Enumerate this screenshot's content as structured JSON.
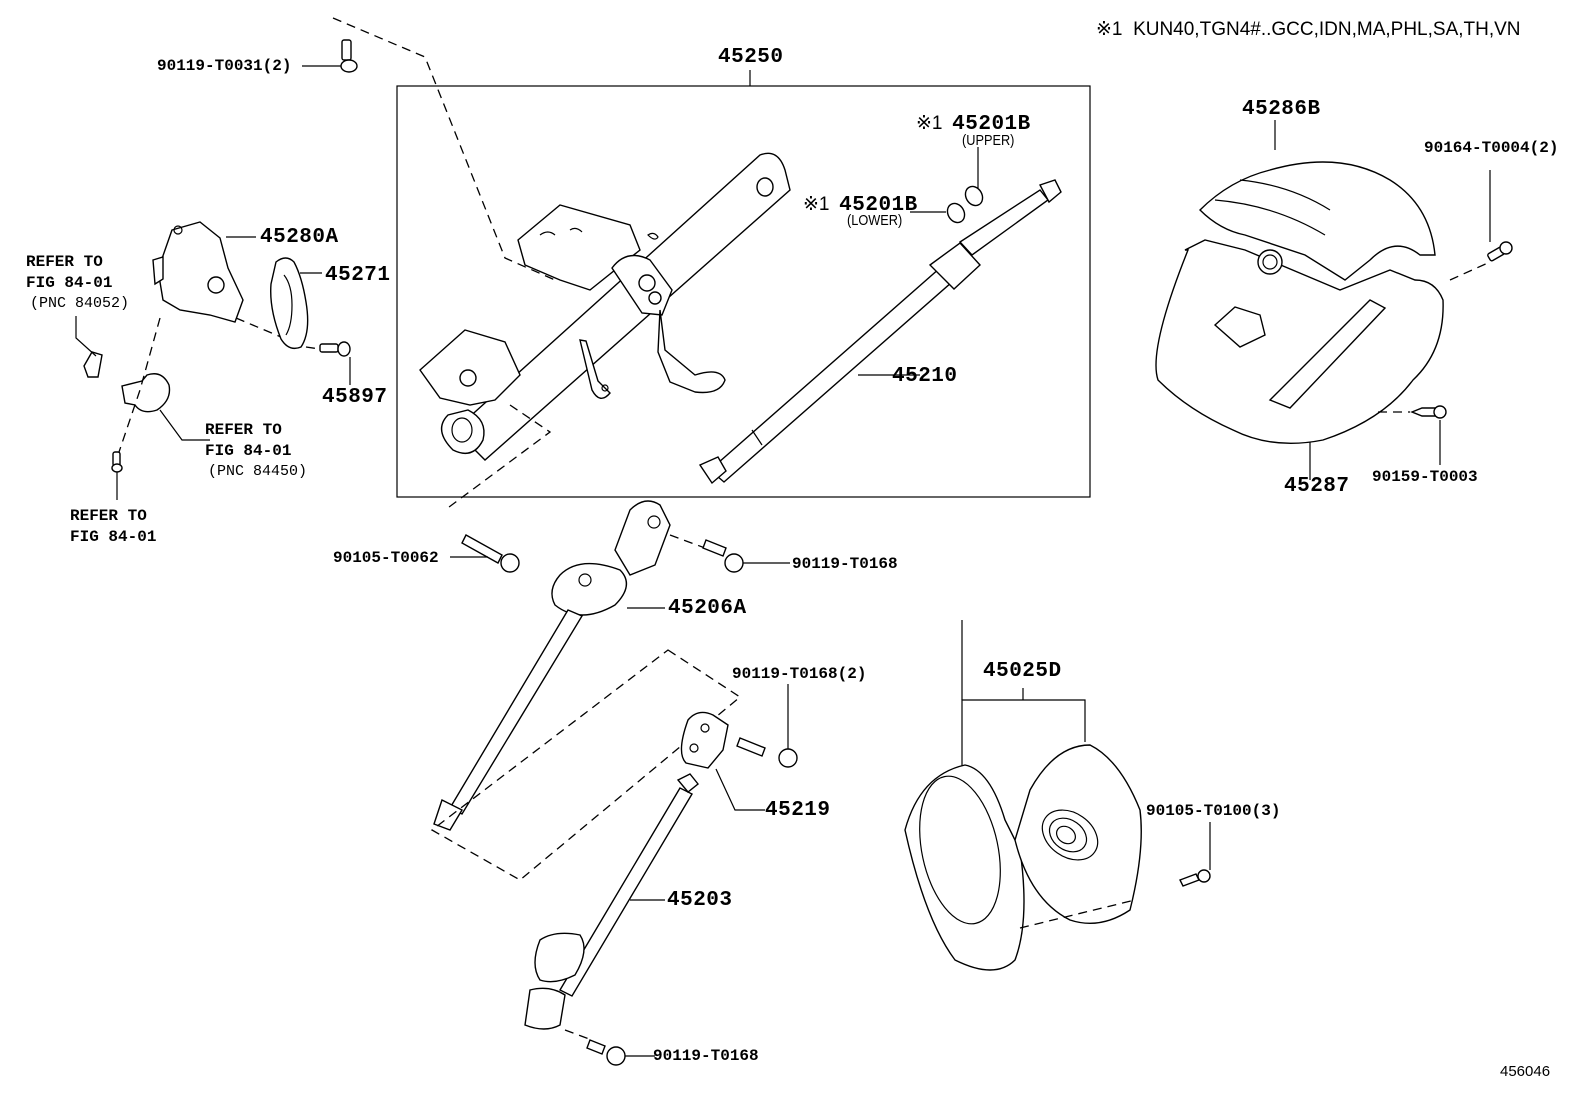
{
  "header_note": {
    "marker": "※1",
    "text": "KUN40,TGN4#..GCC,IDN,MA,PHL,SA,TH,VN"
  },
  "figure_number": "456046",
  "assembly_box": {
    "part_number": "45250"
  },
  "parts": [
    {
      "id": "p1",
      "label": "90119-T0031(2)",
      "description": "bolt"
    },
    {
      "id": "p2",
      "label": "45280A",
      "description": "bracket"
    },
    {
      "id": "p3",
      "label": "45271",
      "description": "cover plate"
    },
    {
      "id": "p4",
      "label": "45897",
      "description": "bolt"
    },
    {
      "id": "p5",
      "label": "45210",
      "description": "main shaft"
    },
    {
      "id": "p6",
      "label": "45201B",
      "marker": "※1",
      "qualifier": "(UPPER)",
      "description": "snap ring upper"
    },
    {
      "id": "p7",
      "label": "45201B",
      "marker": "※1",
      "qualifier": "(LOWER)",
      "description": "snap ring lower"
    },
    {
      "id": "p8",
      "label": "45286B",
      "description": "upper column cover"
    },
    {
      "id": "p9",
      "label": "90164-T0004(2)",
      "description": "screw"
    },
    {
      "id": "p10",
      "label": "45287",
      "description": "lower column cover"
    },
    {
      "id": "p11",
      "label": "90159-T0003",
      "description": "screw"
    },
    {
      "id": "p12",
      "label": "90105-T0062",
      "description": "bolt"
    },
    {
      "id": "p13",
      "label": "90119-T0168",
      "description": "bolt"
    },
    {
      "id": "p14",
      "label": "45206A",
      "description": "intermediate shaft"
    },
    {
      "id": "p15",
      "label": "90119-T0168(2)",
      "description": "bolt"
    },
    {
      "id": "p16",
      "label": "45219",
      "description": "yoke"
    },
    {
      "id": "p17",
      "label": "45203",
      "description": "intermediate shaft no.2"
    },
    {
      "id": "p18",
      "label": "90119-T0168",
      "description": "bolt"
    },
    {
      "id": "p19",
      "label": "45025D",
      "description": "hole cover"
    },
    {
      "id": "p20",
      "label": "90105-T0100(3)",
      "description": "bolt"
    }
  ],
  "references": [
    {
      "line1": "REFER TO",
      "line2": "FIG 84-01",
      "line3": "(PNC 84052)"
    },
    {
      "line1": "REFER TO",
      "line2": "FIG 84-01",
      "line3": "(PNC 84450)"
    },
    {
      "line1": "REFER TO",
      "line2": "FIG 84-01"
    }
  ]
}
